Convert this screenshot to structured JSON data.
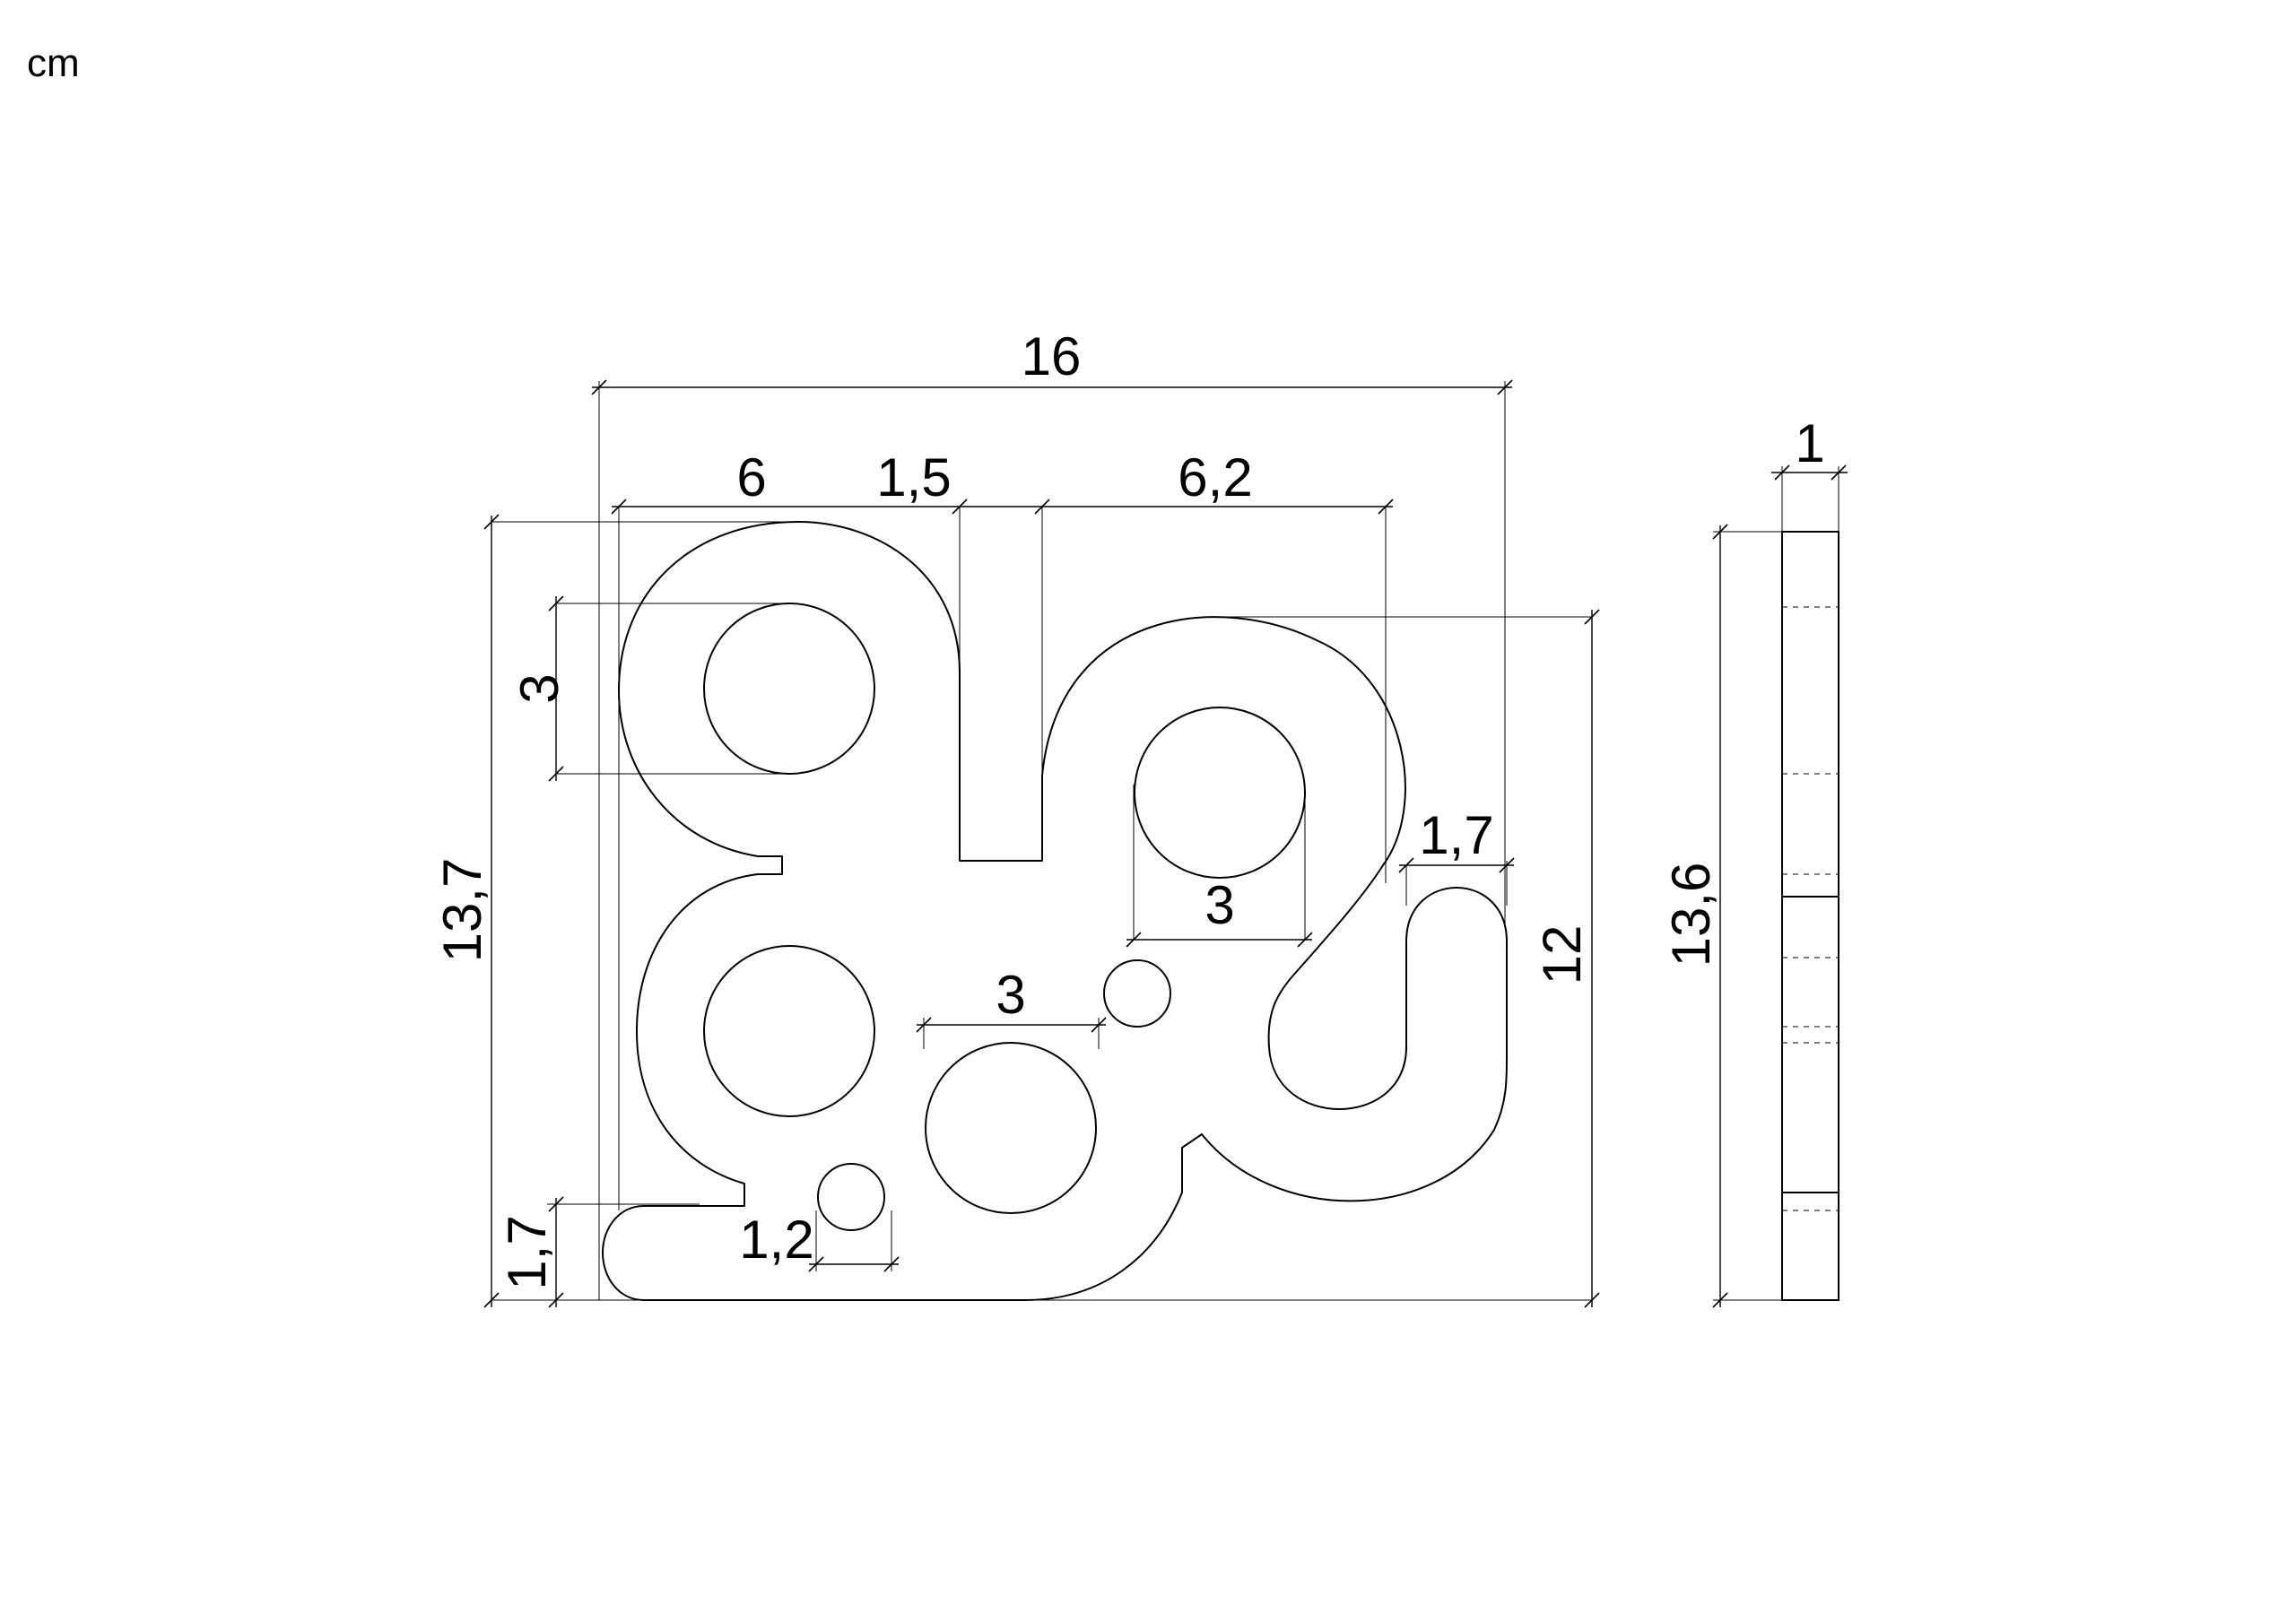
{
  "unit": "cm",
  "dimensions": {
    "total_width": "16",
    "top_left_span": "6",
    "slot_width": "1,5",
    "top_right_span": "6,2",
    "hole_left_diameter": "3",
    "hole_upper_right_diameter": "3",
    "hole_center_diameter": "3",
    "small_hole_diameter": "1,2",
    "right_arm_width": "1,7",
    "bottom_arm_height": "1,7",
    "total_height_left": "13,7",
    "height_right": "12",
    "side_height": "13,6",
    "thickness": "1"
  }
}
